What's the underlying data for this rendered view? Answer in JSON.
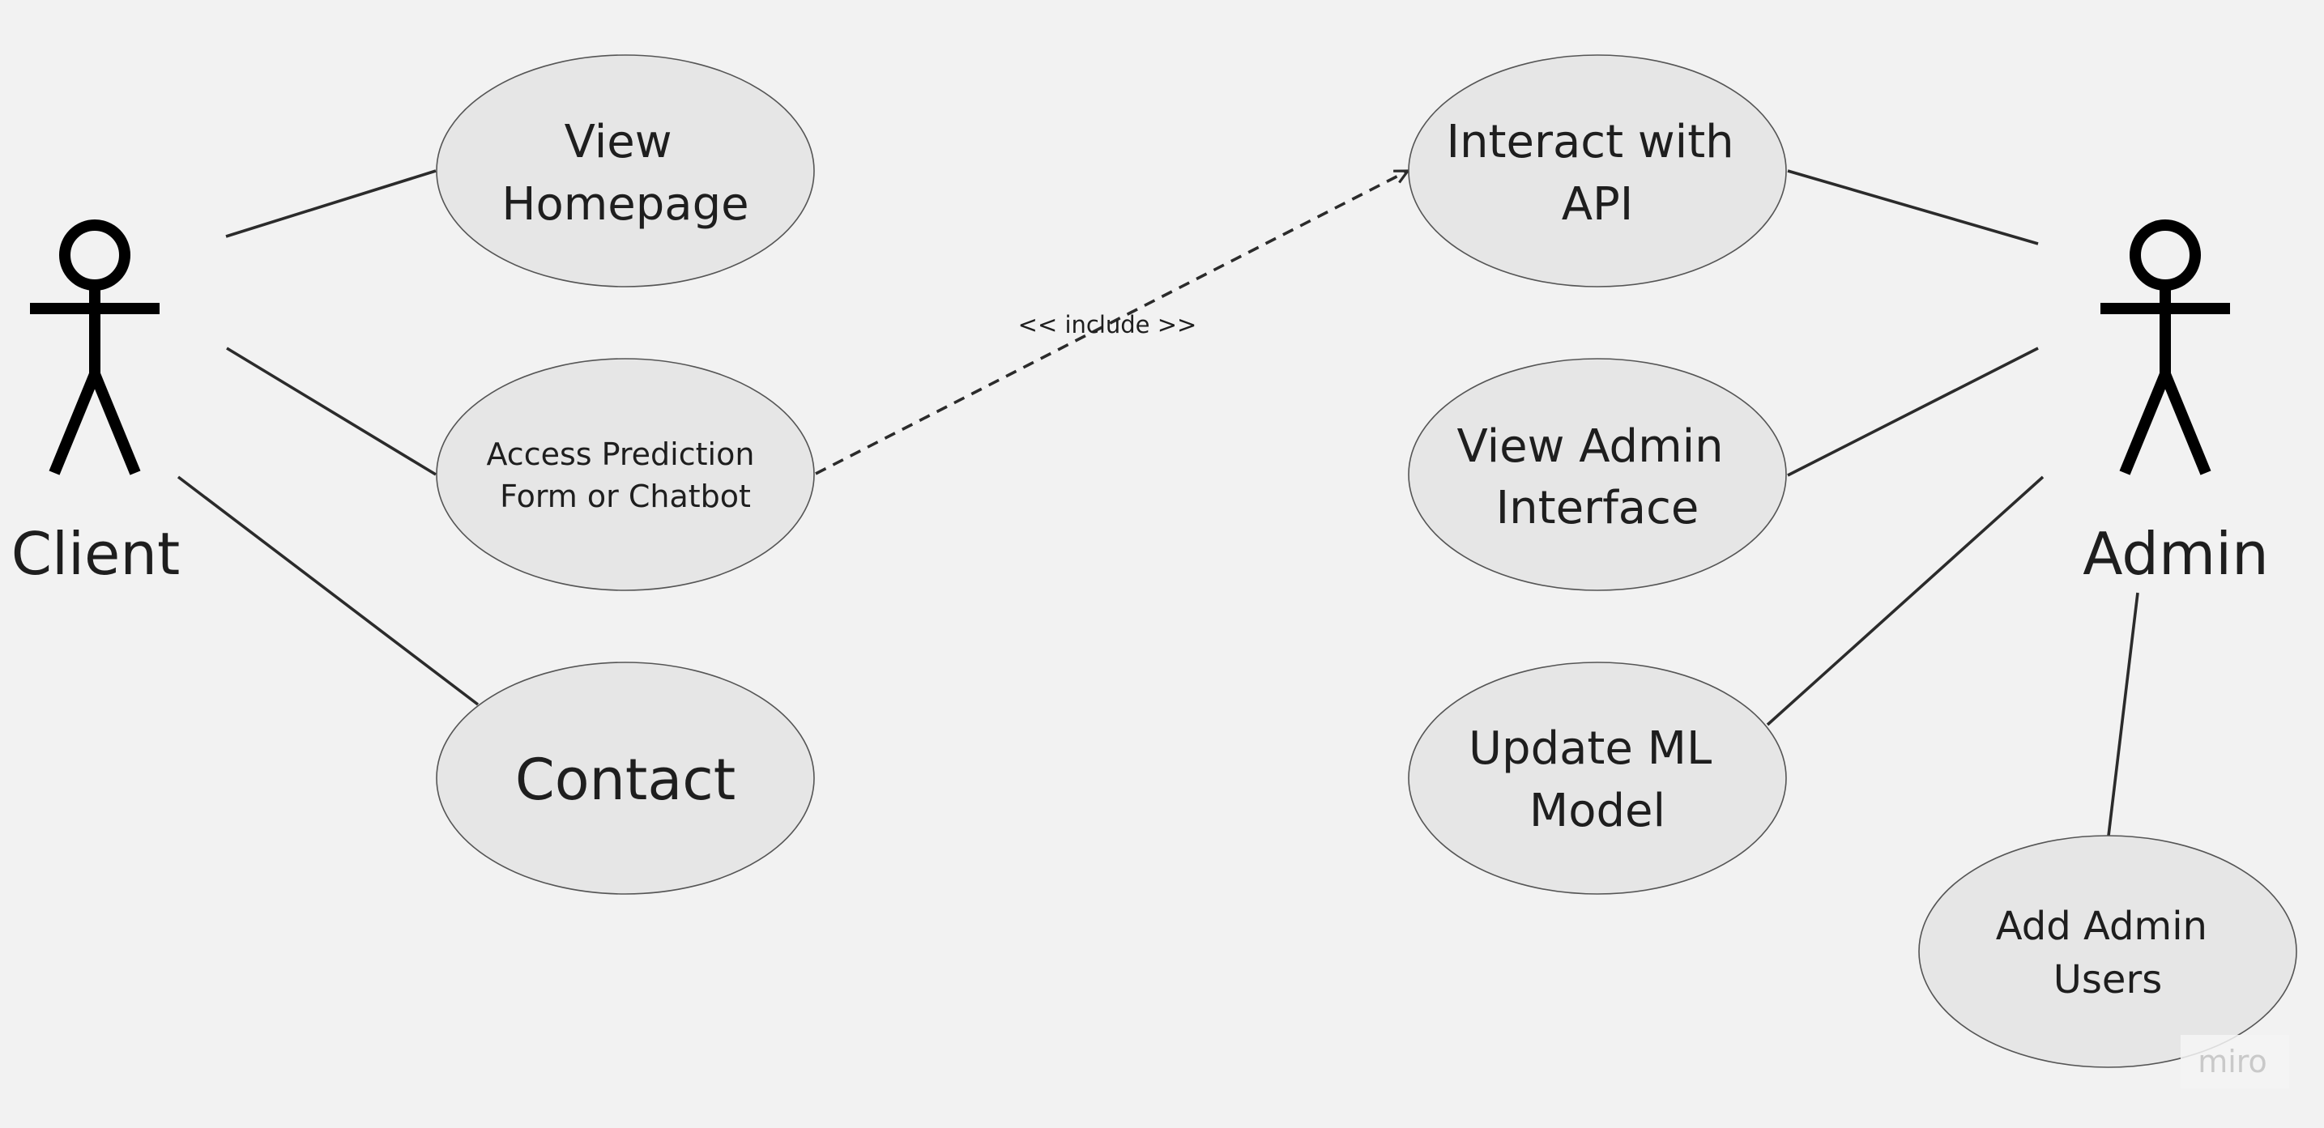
{
  "actors": {
    "client": {
      "label": "Client"
    },
    "admin": {
      "label": "Admin"
    }
  },
  "use_cases": {
    "view_homepage": [
      "View",
      "Homepage"
    ],
    "access_prediction": [
      "Access Prediction",
      "Form or Chatbot"
    ],
    "contact": [
      "Contact"
    ],
    "interact_api": [
      "Interact with",
      "API"
    ],
    "view_admin_interface": [
      "View Admin",
      "Interface"
    ],
    "update_ml_model": [
      "Update ML",
      "Model"
    ],
    "add_admin_users": [
      "Add Admin",
      "Users"
    ]
  },
  "relationships": {
    "include_label": "<< include >>"
  },
  "watermark": "miro"
}
